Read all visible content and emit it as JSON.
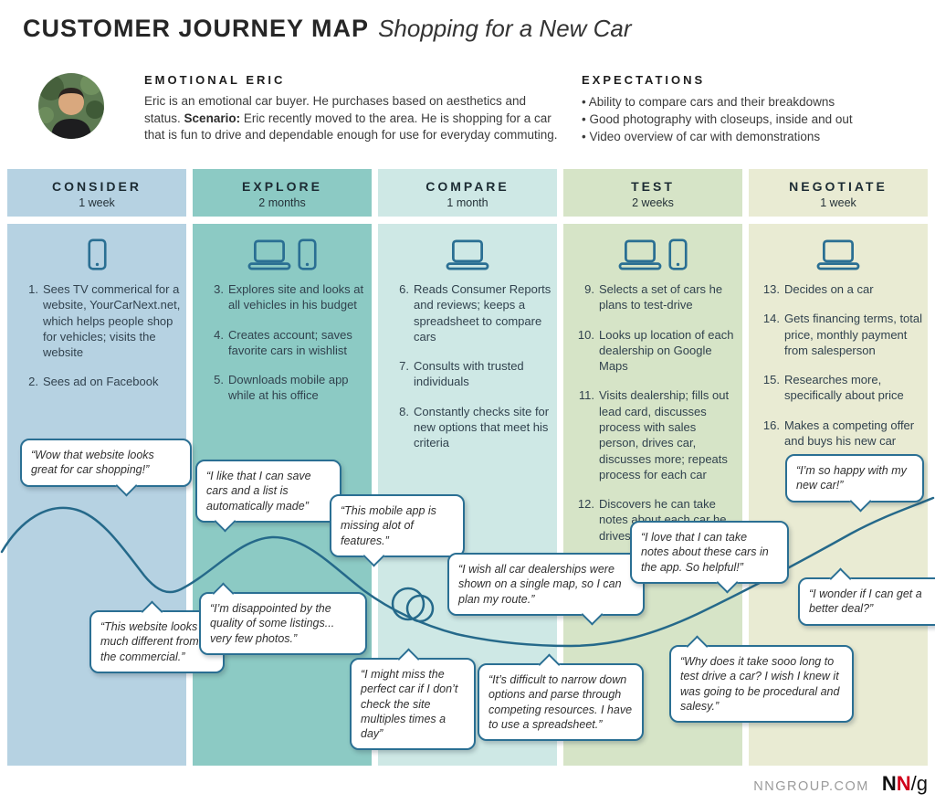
{
  "title": {
    "main": "CUSTOMER JOURNEY MAP",
    "subtitle": "Shopping for a New Car"
  },
  "persona": {
    "label": "EMOTIONAL ERIC",
    "description": "Eric is an emotional car buyer. He purchases based on aesthetics and status.",
    "scenario_label": "Scenario:",
    "scenario_text": " Eric recently moved to the area. He is shopping for a car that is fun to drive and dependable enough for use for everyday commuting."
  },
  "expectations": {
    "label": "EXPECTATIONS",
    "items": [
      "Ability to compare cars and their breakdowns",
      "Good photography with closeups, inside and out",
      "Video overview of car with demonstrations"
    ]
  },
  "stages": [
    {
      "name": "CONSIDER",
      "duration": "1 week",
      "color": "#b6d2e2",
      "icons": [
        "phone"
      ],
      "steps": [
        {
          "n": "1.",
          "text": "Sees TV commerical for a website, YourCarNext.net, which helps people shop for vehicles; visits the website"
        },
        {
          "n": "2.",
          "text": "Sees ad on Facebook"
        }
      ]
    },
    {
      "name": "EXPLORE",
      "duration": "2 months",
      "color": "#8ccac4",
      "icons": [
        "laptop",
        "phone"
      ],
      "steps": [
        {
          "n": "3.",
          "text": "Explores site and looks at all vehicles in his budget"
        },
        {
          "n": "4.",
          "text": "Creates account; saves favorite cars in wishlist"
        },
        {
          "n": "5.",
          "text": "Downloads mobile app while at his office"
        }
      ]
    },
    {
      "name": "COMPARE",
      "duration": "1 month",
      "color": "#cee8e5",
      "icons": [
        "laptop"
      ],
      "steps": [
        {
          "n": "6.",
          "text": "Reads Consumer Reports and reviews; keeps a spreadsheet to compare cars"
        },
        {
          "n": "7.",
          "text": "Consults with trusted individuals"
        },
        {
          "n": "8.",
          "text": "Constantly checks site for new options that meet his criteria"
        }
      ]
    },
    {
      "name": "TEST",
      "duration": "2 weeks",
      "color": "#d6e4c7",
      "icons": [
        "laptop",
        "phone"
      ],
      "steps": [
        {
          "n": "9.",
          "text": "Selects a set of cars he plans to test-drive"
        },
        {
          "n": "10.",
          "text": "Looks up location of each dealership on Google Maps"
        },
        {
          "n": "11.",
          "text": "Visits dealership; fills out lead card, discusses process with sales person, drives car, discusses more; repeats process for each car"
        },
        {
          "n": "12.",
          "text": "Discovers he can take notes about each car he drives in the app"
        }
      ]
    },
    {
      "name": "NEGOTIATE",
      "duration": "1 week",
      "color": "#e9ebd3",
      "icons": [
        "laptop"
      ],
      "steps": [
        {
          "n": "13.",
          "text": "Decides on a car"
        },
        {
          "n": "14.",
          "text": "Gets financing terms, total price, monthly payment from salesperson"
        },
        {
          "n": "15.",
          "text": "Researches more, specifically about price"
        },
        {
          "n": "16.",
          "text": "Makes a competing offer and buys his new car"
        }
      ]
    }
  ],
  "quotes": [
    "“Wow that website looks great for car shopping!”",
    "“This website looks much different from the commercial.”",
    "“I like that I can save cars and a list is automatically made”",
    "“I’m disappointed by the quality of some listings... very few photos.”",
    "“This mobile app is missing alot of features.”",
    "“I might miss the perfect car if I don’t check the site multiples times a day”",
    "“I wish all car dealerships were shown on a single map, so I can plan my route.”",
    "“It’s difficult to narrow down options and parse through competing resources. I have to use a spreadsheet.”",
    "“I love that I can take notes about these cars in the app. So helpful!”",
    "“Why does it take sooo long to test drive a car? I wish I knew it was going to be procedural and salesy.”",
    "“I’m so happy with my new car!”",
    "“I wonder if I can get a better deal?”"
  ],
  "footer": {
    "site": "NNGROUP.COM",
    "logo_n1": "N",
    "logo_n2": "N",
    "logo_rest": "/g"
  },
  "colors": {
    "accent": "#2a6f93",
    "curve": "#25698a"
  }
}
